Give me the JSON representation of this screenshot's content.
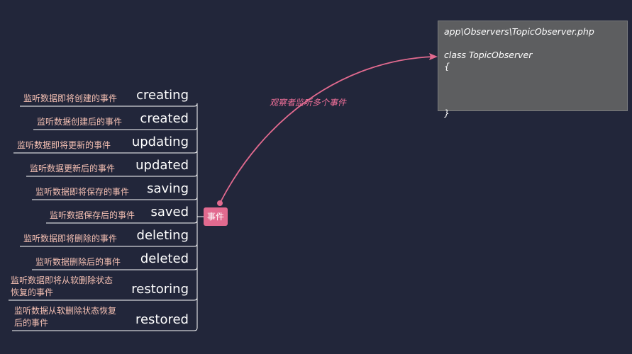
{
  "events": [
    {
      "name": "creating",
      "desc": "监听数据即将创建的事件"
    },
    {
      "name": "created",
      "desc": "监听数据创建后的事件"
    },
    {
      "name": "updating",
      "desc": "监听数据即将更新的事件"
    },
    {
      "name": "updated",
      "desc": "监听数据更新后的事件"
    },
    {
      "name": "saving",
      "desc": "监听数据即将保存的事件"
    },
    {
      "name": "saved",
      "desc": "监听数据保存后的事件"
    },
    {
      "name": "deleting",
      "desc": "监听数据即将删除的事件"
    },
    {
      "name": "deleted",
      "desc": "监听数据删除后的事件"
    },
    {
      "name": "restoring",
      "desc": "监听数据即将从软删除状态\n恢复的事件"
    },
    {
      "name": "restored",
      "desc": "监听数据从软删除状态恢复\n后的事件"
    }
  ],
  "event_node": {
    "label": "事件"
  },
  "edge": {
    "label": "观察者监听多个事件"
  },
  "code": {
    "lines": [
      "app\\Observers\\TopicObserver.php",
      "",
      "class TopicObserver",
      "{",
      "",
      "",
      "",
      "}"
    ]
  },
  "colors": {
    "background": "#22263a",
    "connector": "#ffffff",
    "arrow": "#e26a8f",
    "desc_text": "#f5c0b3",
    "node": "#e26a8f",
    "code_bg": "#5d5e60"
  }
}
